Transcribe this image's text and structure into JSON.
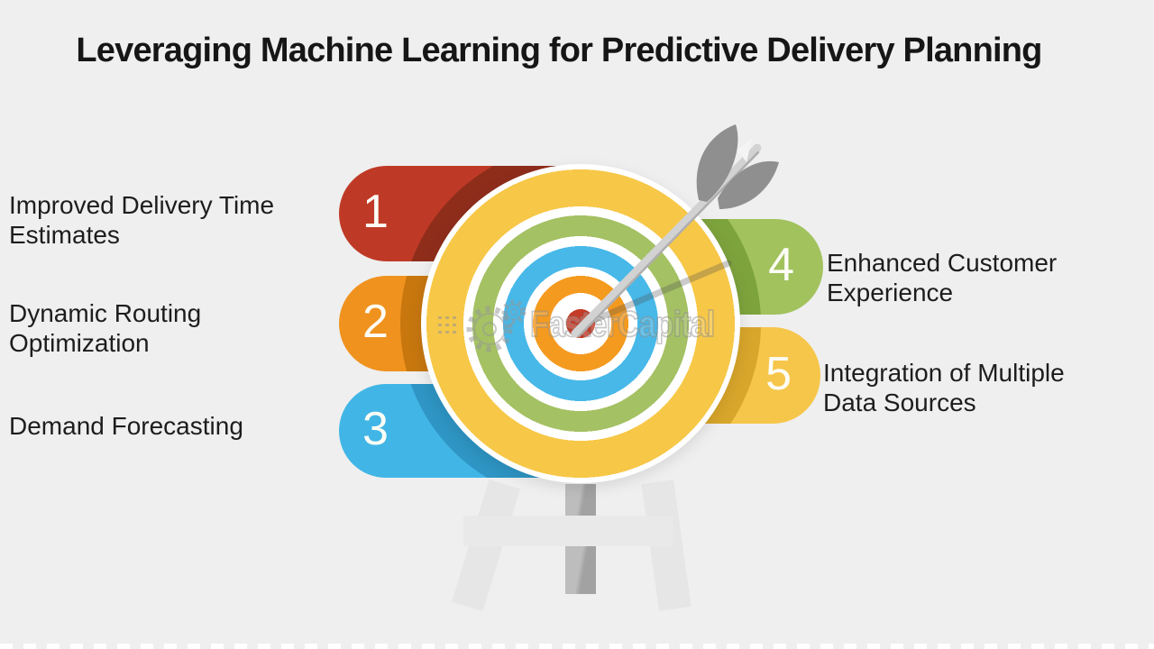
{
  "title": "Leveraging Machine Learning for Predictive Delivery Planning",
  "watermark": {
    "brand": "FasterCapital"
  },
  "items": [
    {
      "number": "1",
      "side": "left",
      "label": "Improved Delivery Time Estimates",
      "lines": [
        "Improved Delivery Time",
        "Estimates"
      ],
      "pill_color": "#bf3a26",
      "pill_shade_color": "#8f2d1b"
    },
    {
      "number": "2",
      "side": "left",
      "label": "Dynamic Routing Optimization",
      "lines": [
        "Dynamic Routing",
        "Optimization"
      ],
      "pill_color": "#f0921e",
      "pill_shade_color": "#c8770f"
    },
    {
      "number": "3",
      "side": "left",
      "label": "Demand Forecasting",
      "lines": [
        "Demand Forecasting"
      ],
      "pill_color": "#41b6e6",
      "pill_shade_color": "#2e95c4"
    },
    {
      "number": "4",
      "side": "right",
      "label": "Enhanced Customer Experience",
      "lines": [
        "Enhanced Customer",
        "Experience"
      ],
      "pill_color": "#a2c25e",
      "pill_shade_color": "#7da33d"
    },
    {
      "number": "5",
      "side": "right",
      "label": "Integration of Multiple Data Sources",
      "lines": [
        "Integration of Multiple",
        "Data Sources"
      ],
      "pill_color": "#f6c64a",
      "pill_shade_color": "#d8a62b"
    }
  ],
  "target": {
    "ring_colors_center_to_outer": [
      "#c43b28",
      "#f49a1f",
      "#47b8e8",
      "#a4c163",
      "#f7c747"
    ],
    "ring_gap_color": "#ffffff"
  },
  "palette": {
    "background": "#efefef",
    "title_text": "#161616",
    "label_text": "#1d1d1d",
    "number_text": "#fdfdf6",
    "arrow_shaft": "#d2d2d2",
    "arrow_fletching": "#8f8f8f",
    "stand_post": "#b0b0b0",
    "easel_frame": "#e6e6e6",
    "watermark_outline": "#8c8c8c"
  }
}
